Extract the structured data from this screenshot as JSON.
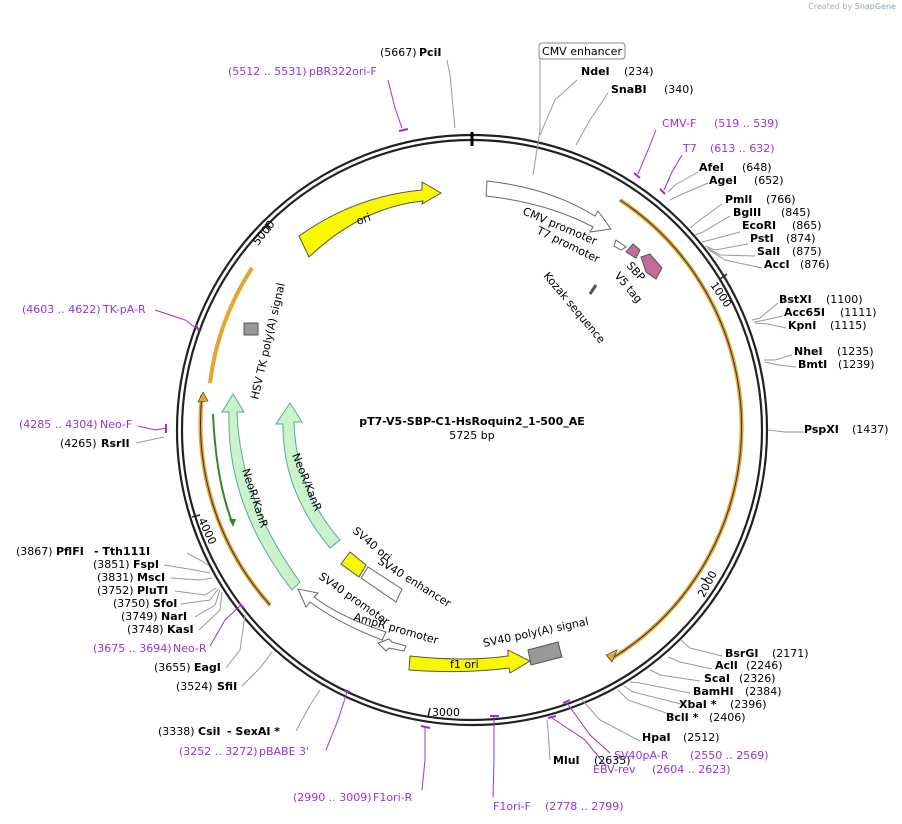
{
  "credit": {
    "prefix": "Created by",
    "brand": "SnapGene"
  },
  "plasmid": {
    "name": "pT7-V5-SBP-C1-HsRoquin2_1-500_AE",
    "size": "5725 bp"
  },
  "ticks": [
    {
      "a": "1000",
      "b": "5000",
      "c": "2000",
      "d": "3000",
      "e": "4000"
    }
  ],
  "sites": [
    {
      "pos": "(5667)",
      "name": "PciI"
    },
    {
      "name": "NdeI",
      "pos": "(234)"
    },
    {
      "name": "SnaBI",
      "pos": "(340)"
    },
    {
      "name": "AfeI",
      "pos": "(648)"
    },
    {
      "name": "AgeI",
      "pos": "(652)"
    },
    {
      "name": "PmlI",
      "pos": "(766)"
    },
    {
      "name": "BglII",
      "pos": "(845)"
    },
    {
      "name": "EcoRI",
      "pos": "(865)"
    },
    {
      "name": "PstI",
      "pos": "(874)"
    },
    {
      "name": "SalI",
      "pos": "(875)"
    },
    {
      "name": "AccI",
      "pos": "(876)"
    },
    {
      "name": "BstXI",
      "pos": "(1100)"
    },
    {
      "name": "Acc65I",
      "pos": "(1111)"
    },
    {
      "name": "KpnI",
      "pos": "(1115)"
    },
    {
      "name": "NheI",
      "pos": "(1235)"
    },
    {
      "name": "BmtI",
      "pos": "(1239)"
    },
    {
      "name": "PspXI",
      "pos": "(1437)"
    },
    {
      "name": "BsrGI",
      "pos": "(2171)"
    },
    {
      "name": "AclI",
      "pos": "(2246)"
    },
    {
      "name": "ScaI",
      "pos": "(2326)"
    },
    {
      "name": "BamHI",
      "pos": "(2384)"
    },
    {
      "name": "XbaI *",
      "pos": "(2396)"
    },
    {
      "name": "BclI *",
      "pos": "(2406)"
    },
    {
      "name": "HpaI",
      "pos": "(2512)"
    },
    {
      "name": "MluI",
      "pos": "(2635)"
    },
    {
      "pos": "(3338)",
      "name": "CsiI",
      "extra": "- SexAI *"
    },
    {
      "pos": "(3524)",
      "name": "SfiI"
    },
    {
      "pos": "(3655)",
      "name": "EagI"
    },
    {
      "pos": "(3748)",
      "name": "KasI"
    },
    {
      "pos": "(3749)",
      "name": "NarI"
    },
    {
      "pos": "(3750)",
      "name": "SfoI"
    },
    {
      "pos": "(3752)",
      "name": "PluTI"
    },
    {
      "pos": "(3831)",
      "name": "MscI"
    },
    {
      "pos": "(3851)",
      "name": "FspI"
    },
    {
      "pos": "(3867)",
      "name": "PflFI",
      "extra": "- Tth111I"
    },
    {
      "pos": "(4265)",
      "name": "RsrII"
    }
  ],
  "primers": [
    {
      "range": "(5512 .. 5531)",
      "name": "pBR322ori-F"
    },
    {
      "name": "CMV-F",
      "range": "(519 .. 539)"
    },
    {
      "name": "T7",
      "range": "(613 .. 632)"
    },
    {
      "range": "(4603 .. 4622)",
      "name": "TK-pA-R"
    },
    {
      "range": "(4285 .. 4304)",
      "name": "Neo-F"
    },
    {
      "range": "(3675 .. 3694)",
      "name": "Neo-R"
    },
    {
      "range": "(3252 .. 3272)",
      "name": "pBABE 3'"
    },
    {
      "range": "(2990 .. 3009)",
      "name": "F1ori-R"
    },
    {
      "name": "F1ori-F",
      "range": "(2778 .. 2799)"
    },
    {
      "name": "EBV-rev",
      "range": "(2604 .. 2623)"
    },
    {
      "name": "SV40pA-R",
      "range": "(2550 .. 2569)"
    }
  ],
  "features": {
    "cmv_enhancer": "CMV enhancer",
    "cmv_promoter": "CMV promoter",
    "t7_promoter": "T7 promoter",
    "sbp": "SBP",
    "v5_tag": "V5 tag",
    "kozak": "Kozak sequence",
    "ori": "ori",
    "hsv_tk": "HSV TK poly(A) signal",
    "neor_outer": "NeoR/KanR",
    "neor_inner": "NeoR/KanR",
    "sv40_ori": "SV40 ori",
    "sv40_enh": "SV40 enhancer",
    "sv40_prom": "SV40 promoter",
    "ampr_prom": "AmpR promoter",
    "f1_ori": "f1 ori",
    "sv40_polya": "SV40 poly(A) signal"
  }
}
